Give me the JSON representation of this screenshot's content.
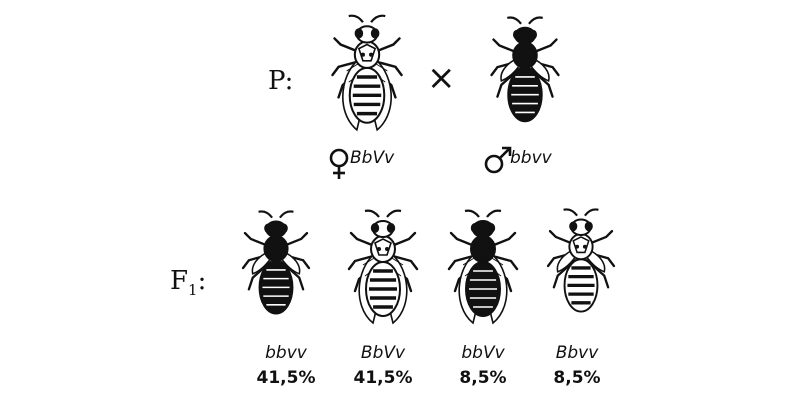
{
  "parental": {
    "label": "P:",
    "cross_symbol": "×",
    "female": {
      "genotype": "BbVv",
      "sex_icon": "female-sign-icon",
      "body": "grey",
      "wings": "normal"
    },
    "male": {
      "genotype": "bbvv",
      "sex_icon": "male-sign-icon",
      "body": "black",
      "wings": "vestigial"
    }
  },
  "f1": {
    "label_main": "F",
    "label_sub": "1",
    "label_colon": ":",
    "offspring": [
      {
        "genotype": "bbvv",
        "percent": "41,5%",
        "body": "black",
        "wings": "vestigial"
      },
      {
        "genotype": "BbVv",
        "percent": "41,5%",
        "body": "grey",
        "wings": "normal"
      },
      {
        "genotype": "bbVv",
        "percent": "8,5%",
        "body": "black",
        "wings": "normal"
      },
      {
        "genotype": "Bbvv",
        "percent": "8,5%",
        "body": "grey",
        "wings": "vestigial"
      }
    ]
  }
}
